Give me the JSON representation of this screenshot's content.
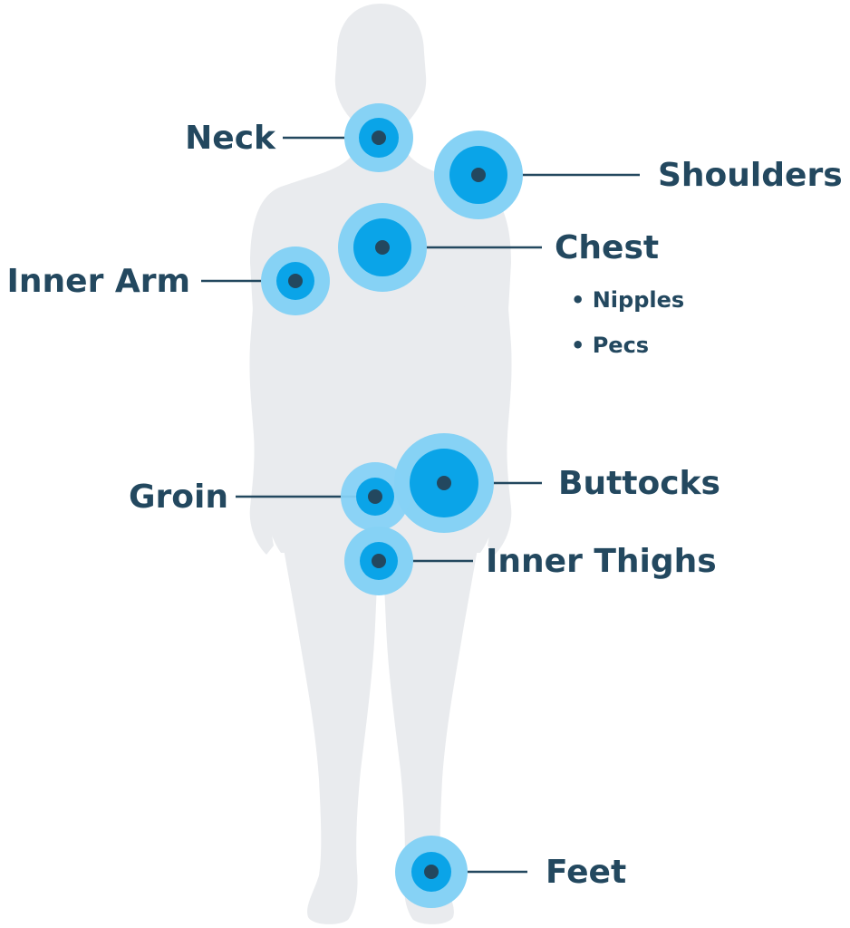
{
  "colors": {
    "body": "#e9ebee",
    "halo_outer": "#86d2f5",
    "halo_mid": "#45bdf0",
    "halo_inner": "#0aa4e8",
    "dot": "#23485f",
    "text": "#23485f"
  },
  "zones": [
    {
      "id": "neck",
      "label": "Neck"
    },
    {
      "id": "shoulders",
      "label": "Shoulders"
    },
    {
      "id": "chest",
      "label": "Chest",
      "sub_items": [
        "• Nipples",
        "• Pecs"
      ]
    },
    {
      "id": "inner-arm",
      "label": "Inner Arm"
    },
    {
      "id": "groin",
      "label": "Groin"
    },
    {
      "id": "buttocks",
      "label": "Buttocks"
    },
    {
      "id": "inner-thighs",
      "label": "Inner Thighs"
    },
    {
      "id": "feet",
      "label": "Feet"
    }
  ]
}
